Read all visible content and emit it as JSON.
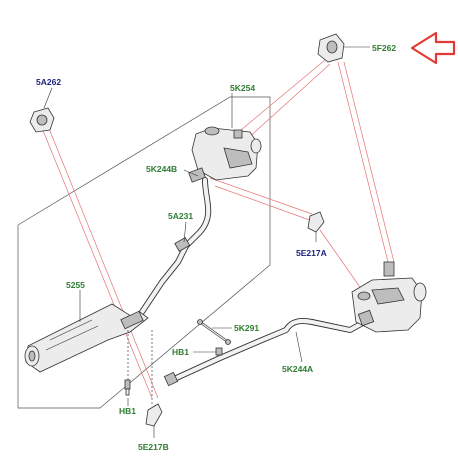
{
  "diagram": {
    "labels": {
      "l_5f262": "5F262",
      "l_5a262": "5A262",
      "l_5k254": "5K254",
      "l_5k244b": "5K244B",
      "l_5a231": "5A231",
      "l_5e217a": "5E217A",
      "l_5255": "5255",
      "l_5k291": "5K291",
      "l_hb1_mid": "HB1",
      "l_5k244a": "5K244A",
      "l_hb1_bottom": "HB1",
      "l_5e217b": "5E217B"
    },
    "colors": {
      "label_green": "#2e7d32",
      "label_blue": "#1a237e",
      "highlight_arrow": "#e53935",
      "leader_red": "#e57373"
    }
  }
}
